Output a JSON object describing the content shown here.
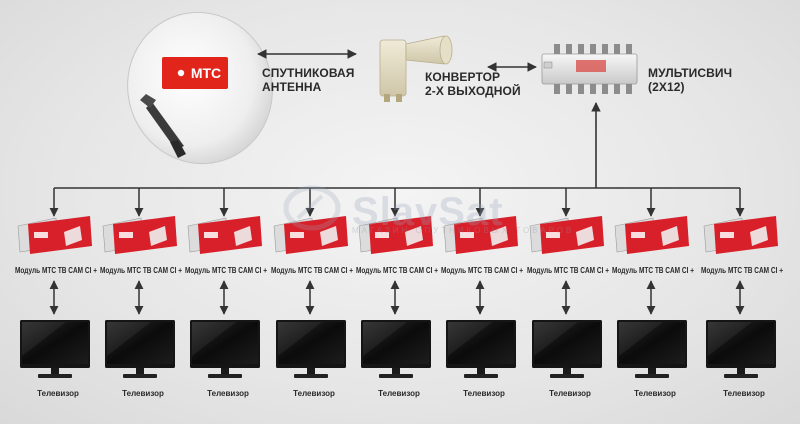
{
  "antenna": {
    "brand": "МТС",
    "label_lines": [
      "СПУТНИКОВАЯ",
      "АНТЕННА"
    ]
  },
  "converter": {
    "label_lines": [
      "КОНВЕРТОР",
      "2-Х ВЫХОДНОЙ"
    ]
  },
  "multiswitch": {
    "label_lines": [
      "МУЛЬТИСВИЧ",
      "(2X12)"
    ]
  },
  "watermark": {
    "text": "SlavSat",
    "subtext": "МАГАЗИН СПУТНИКОВЫХ ТОВАРОВ"
  },
  "modules": [
    "Модуль МТС ТВ CAM CI +",
    "Модуль МТС ТВ CAM CI +",
    "Модуль МТС ТВ CAM CI +",
    "Модуль МТС ТВ CAM CI +",
    "Модуль МТС ТВ CAM CI +",
    "Модуль МТС ТВ CAM CI +",
    "Модуль МТС ТВ CAM CI +",
    "Модуль МТС ТВ CAM CI +",
    "Модуль МТС ТВ CAM CI +"
  ],
  "tvs": [
    "Телевизор",
    "Телевизор",
    "Телевизор",
    "Телевизор",
    "Телевизор",
    "Телевизор",
    "Телевизор",
    "Телевизор",
    "Телевизор"
  ],
  "colors": {
    "brand_red": "#e1251b",
    "dish_white": "#f2f2f2",
    "line": "#333333",
    "tv_frame": "#151515",
    "module_red": "#d8202a"
  }
}
